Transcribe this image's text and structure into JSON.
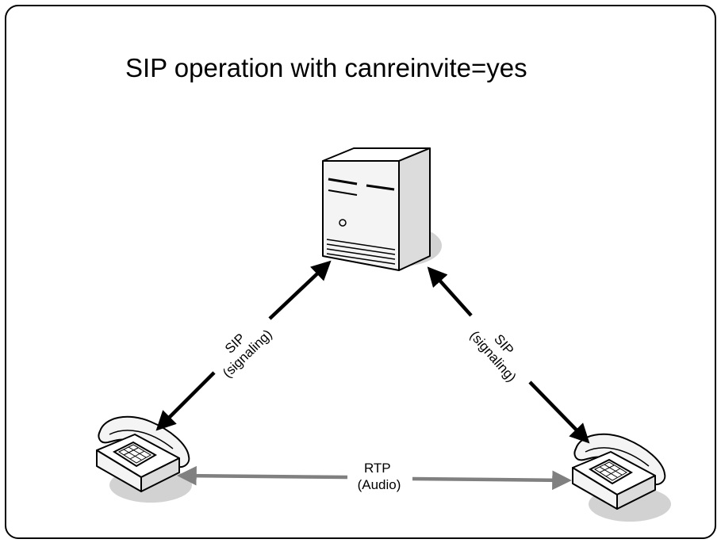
{
  "diagram": {
    "title": "SIP operation with canreinvite=yes",
    "nodes": {
      "server": {
        "icon": "server-tower-icon"
      },
      "left_phone": {
        "icon": "desk-phone-icon"
      },
      "right_phone": {
        "icon": "desk-phone-icon"
      }
    },
    "edges": {
      "left_sip": {
        "line1": "SIP",
        "line2": "(signaling)",
        "color": "#000000"
      },
      "right_sip": {
        "line1": "SIP",
        "line2": "(signaling)",
        "color": "#000000"
      },
      "rtp": {
        "line1": "RTP",
        "line2": "(Audio)",
        "color": "#808080"
      }
    },
    "colors": {
      "frame": "#000000",
      "shadow": "#d2d2d2",
      "device_fill": "#f4f4f4"
    }
  }
}
